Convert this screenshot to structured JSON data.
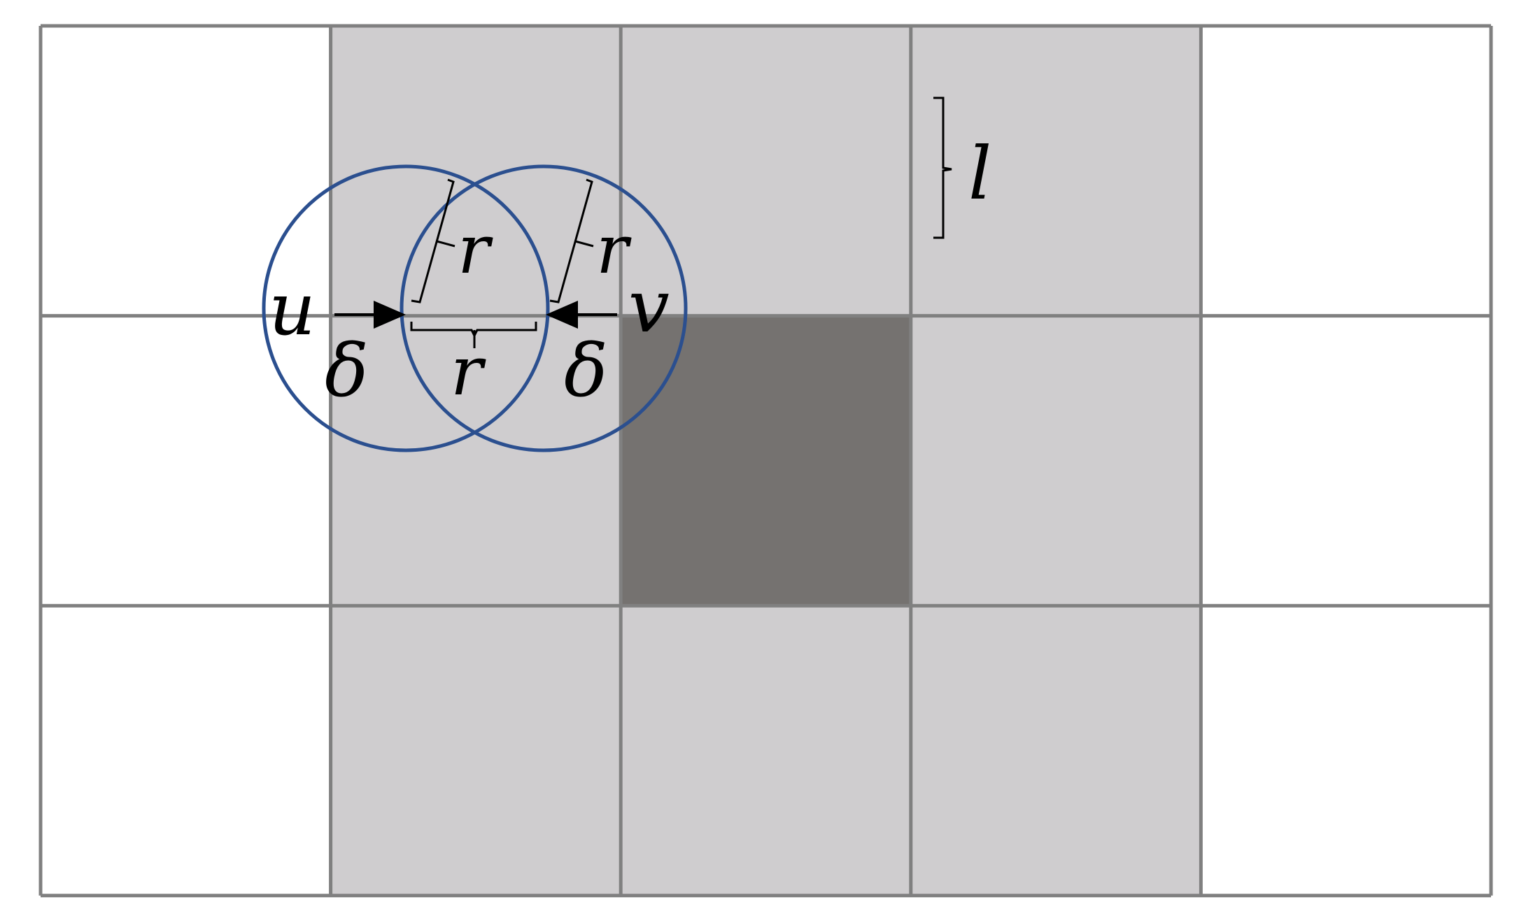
{
  "diagram": {
    "grid": {
      "rows": 3,
      "cols": 5
    },
    "cell_fills": [
      [
        "white",
        "light",
        "light",
        "light",
        "white"
      ],
      [
        "white",
        "light",
        "dark",
        "light",
        "white"
      ],
      [
        "white",
        "light",
        "light",
        "light",
        "white"
      ]
    ],
    "colors": {
      "grid_line": "#808080",
      "light_fill": "#cfcdcf",
      "dark_fill": "#757270",
      "circle_stroke": "#2b4f8f",
      "ink": "#000000"
    },
    "circles": [
      "u",
      "v"
    ],
    "labels": {
      "u": "u",
      "v": "v",
      "delta_left": "δ",
      "delta_right": "δ",
      "r_left_radius": "r",
      "r_right_radius": "r",
      "r_center_gap": "r",
      "l_cell": "l"
    }
  }
}
